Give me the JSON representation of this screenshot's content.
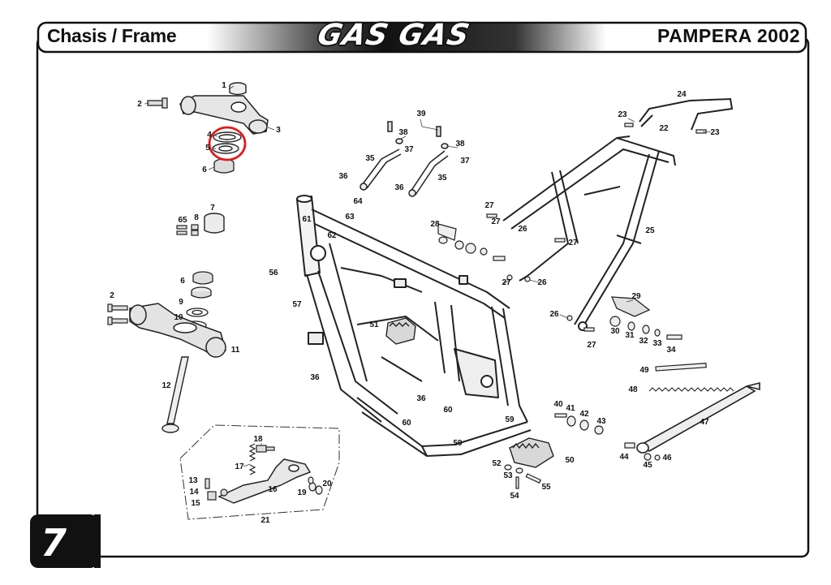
{
  "header": {
    "section_title": "Chasis / Frame",
    "brand": "GAS GAS",
    "model_year": "PAMPERA 2002"
  },
  "page_number": "7",
  "highlight_color": "#e01a1a",
  "callouts": [
    {
      "id": "c1",
      "label": "1"
    },
    {
      "id": "c2a",
      "label": "2"
    },
    {
      "id": "c3",
      "label": "3"
    },
    {
      "id": "c4",
      "label": "4"
    },
    {
      "id": "c5",
      "label": "5"
    },
    {
      "id": "c6a",
      "label": "6"
    },
    {
      "id": "c7",
      "label": "7"
    },
    {
      "id": "c8",
      "label": "8"
    },
    {
      "id": "c65",
      "label": "65"
    },
    {
      "id": "c6b",
      "label": "6"
    },
    {
      "id": "c2b",
      "label": "2"
    },
    {
      "id": "c9",
      "label": "9"
    },
    {
      "id": "c10",
      "label": "10"
    },
    {
      "id": "c11",
      "label": "11"
    },
    {
      "id": "c12",
      "label": "12"
    },
    {
      "id": "c39",
      "label": "39"
    },
    {
      "id": "c38a",
      "label": "38"
    },
    {
      "id": "c38b",
      "label": "38"
    },
    {
      "id": "c37a",
      "label": "37"
    },
    {
      "id": "c37b",
      "label": "37"
    },
    {
      "id": "c35a",
      "label": "35"
    },
    {
      "id": "c35b",
      "label": "35"
    },
    {
      "id": "c36a",
      "label": "36"
    },
    {
      "id": "c36b",
      "label": "36"
    },
    {
      "id": "c64",
      "label": "64"
    },
    {
      "id": "c63",
      "label": "63"
    },
    {
      "id": "c61",
      "label": "61"
    },
    {
      "id": "c62",
      "label": "62"
    },
    {
      "id": "c56",
      "label": "56"
    },
    {
      "id": "c57",
      "label": "57"
    },
    {
      "id": "c51",
      "label": "51"
    },
    {
      "id": "c36c",
      "label": "36"
    },
    {
      "id": "c36d",
      "label": "36"
    },
    {
      "id": "c60a",
      "label": "60"
    },
    {
      "id": "c60b",
      "label": "60"
    },
    {
      "id": "c59a",
      "label": "59"
    },
    {
      "id": "c59b",
      "label": "59"
    },
    {
      "id": "c28",
      "label": "28"
    },
    {
      "id": "c27a",
      "label": "27"
    },
    {
      "id": "c27b",
      "label": "27"
    },
    {
      "id": "c27c",
      "label": "27"
    },
    {
      "id": "c27d",
      "label": "27"
    },
    {
      "id": "c27e",
      "label": "27"
    },
    {
      "id": "c26a",
      "label": "26"
    },
    {
      "id": "c26b",
      "label": "26"
    },
    {
      "id": "c26c",
      "label": "26"
    },
    {
      "id": "c23a",
      "label": "23"
    },
    {
      "id": "c23b",
      "label": "23"
    },
    {
      "id": "c22",
      "label": "22"
    },
    {
      "id": "c24",
      "label": "24"
    },
    {
      "id": "c25",
      "label": "25"
    },
    {
      "id": "c29",
      "label": "29"
    },
    {
      "id": "c30",
      "label": "30"
    },
    {
      "id": "c31",
      "label": "31"
    },
    {
      "id": "c32",
      "label": "32"
    },
    {
      "id": "c33",
      "label": "33"
    },
    {
      "id": "c34",
      "label": "34"
    },
    {
      "id": "c49",
      "label": "49"
    },
    {
      "id": "c48",
      "label": "48"
    },
    {
      "id": "c47",
      "label": "47"
    },
    {
      "id": "c40",
      "label": "40"
    },
    {
      "id": "c41",
      "label": "41"
    },
    {
      "id": "c42",
      "label": "42"
    },
    {
      "id": "c43",
      "label": "43"
    },
    {
      "id": "c44",
      "label": "44"
    },
    {
      "id": "c45",
      "label": "45"
    },
    {
      "id": "c46",
      "label": "46"
    },
    {
      "id": "c50",
      "label": "50"
    },
    {
      "id": "c52",
      "label": "52"
    },
    {
      "id": "c53",
      "label": "53"
    },
    {
      "id": "c54",
      "label": "54"
    },
    {
      "id": "c55",
      "label": "55"
    },
    {
      "id": "c18",
      "label": "18"
    },
    {
      "id": "c17",
      "label": "17"
    },
    {
      "id": "c16",
      "label": "16"
    },
    {
      "id": "c19",
      "label": "19"
    },
    {
      "id": "c20",
      "label": "20"
    },
    {
      "id": "c13",
      "label": "13"
    },
    {
      "id": "c14",
      "label": "14"
    },
    {
      "id": "c15",
      "label": "15"
    },
    {
      "id": "c21",
      "label": "21"
    }
  ]
}
